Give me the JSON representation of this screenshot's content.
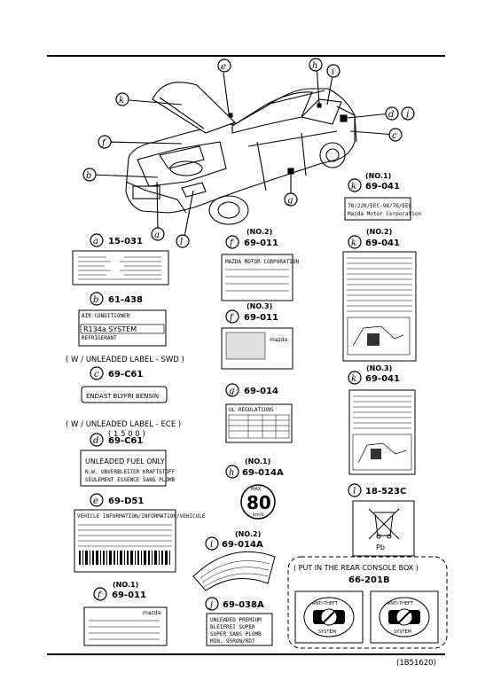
{
  "figure_id": "(1B51620)",
  "callouts": [
    "a",
    "b",
    "c",
    "d",
    "e",
    "f",
    "g",
    "h",
    "i",
    "j",
    "k",
    "l"
  ],
  "labels": {
    "a_1531": {
      "letter": "a",
      "part": "15-031"
    },
    "b_61438": {
      "letter": "b",
      "part": "61-438",
      "lines": [
        "AIR CONDITIONER",
        "R134a SYSTEM",
        "REFRIGERANT"
      ]
    },
    "c_69c61": {
      "header": "( W / UNLEADED LABEL - SWD )",
      "letter": "c",
      "part": "69-C61",
      "text": "ENDAST BLYFRI BENSIN"
    },
    "d_69c61": {
      "header": "( W / UNLEADED LABEL - ECE )",
      "sub": "( 1 5 0 0 )",
      "letter": "d",
      "part": "69-C61",
      "lines": [
        "UNLEADED FUEL ONLY",
        "N.W. UNVERBLEITER KRAFTSTOFF",
        "SEULEMENT ESSENCE SANS PLOMB"
      ]
    },
    "e_69d51": {
      "letter": "e",
      "part": "69-D51",
      "text": "VEHICLE INFORMATION/INFORMATION/VEHICULE"
    },
    "f1_69011": {
      "no": "(NO.1)",
      "letter": "f",
      "part": "69-011",
      "text": "mazda"
    },
    "f2_69011": {
      "no": "(NO.2)",
      "letter": "f",
      "part": "69-011",
      "text": "MAZDA MOTOR CORPORATION"
    },
    "f3_69011": {
      "no": "(NO.3)",
      "letter": "f",
      "part": "69-011",
      "text": "mazda"
    },
    "g_69014": {
      "letter": "g",
      "part": "69-014",
      "text": "UL REGULATIONS"
    },
    "h_69014a": {
      "no": "(NO.1)",
      "letter": "h",
      "part": "69-014A",
      "max": "MAX",
      "value": "80",
      "unit": "km/h"
    },
    "i_69014a": {
      "no": "(NO.2)",
      "letter": "i",
      "part": "69-014A"
    },
    "j_69038a": {
      "letter": "j",
      "part": "69-038A",
      "lines": [
        "UNLEADED PREMIUM",
        "BLEIFREI SUPER",
        "SUPER SANS PLOMB",
        "MIN. 95RON/RD7"
      ]
    },
    "k1_69041": {
      "no": "(NO.1)",
      "letter": "k",
      "part": "69-041",
      "lines": [
        "70/220/EEC-98/76/EEC",
        "Mazda Motor Corporation"
      ]
    },
    "k2_69041": {
      "no": "(NO.2)",
      "letter": "k",
      "part": "69-041"
    },
    "k3_69041": {
      "no": "(NO.3)",
      "letter": "k",
      "part": "69-041"
    },
    "l_18523c": {
      "letter": "l",
      "part": "18-523C",
      "text": "Pb"
    }
  },
  "console_box": {
    "title": "( PUT IN THE REAR CONSOLE BOX )",
    "part": "66-201B",
    "badge_top": "ANTI-THEFT",
    "badge_bottom": "SYSTEM"
  }
}
